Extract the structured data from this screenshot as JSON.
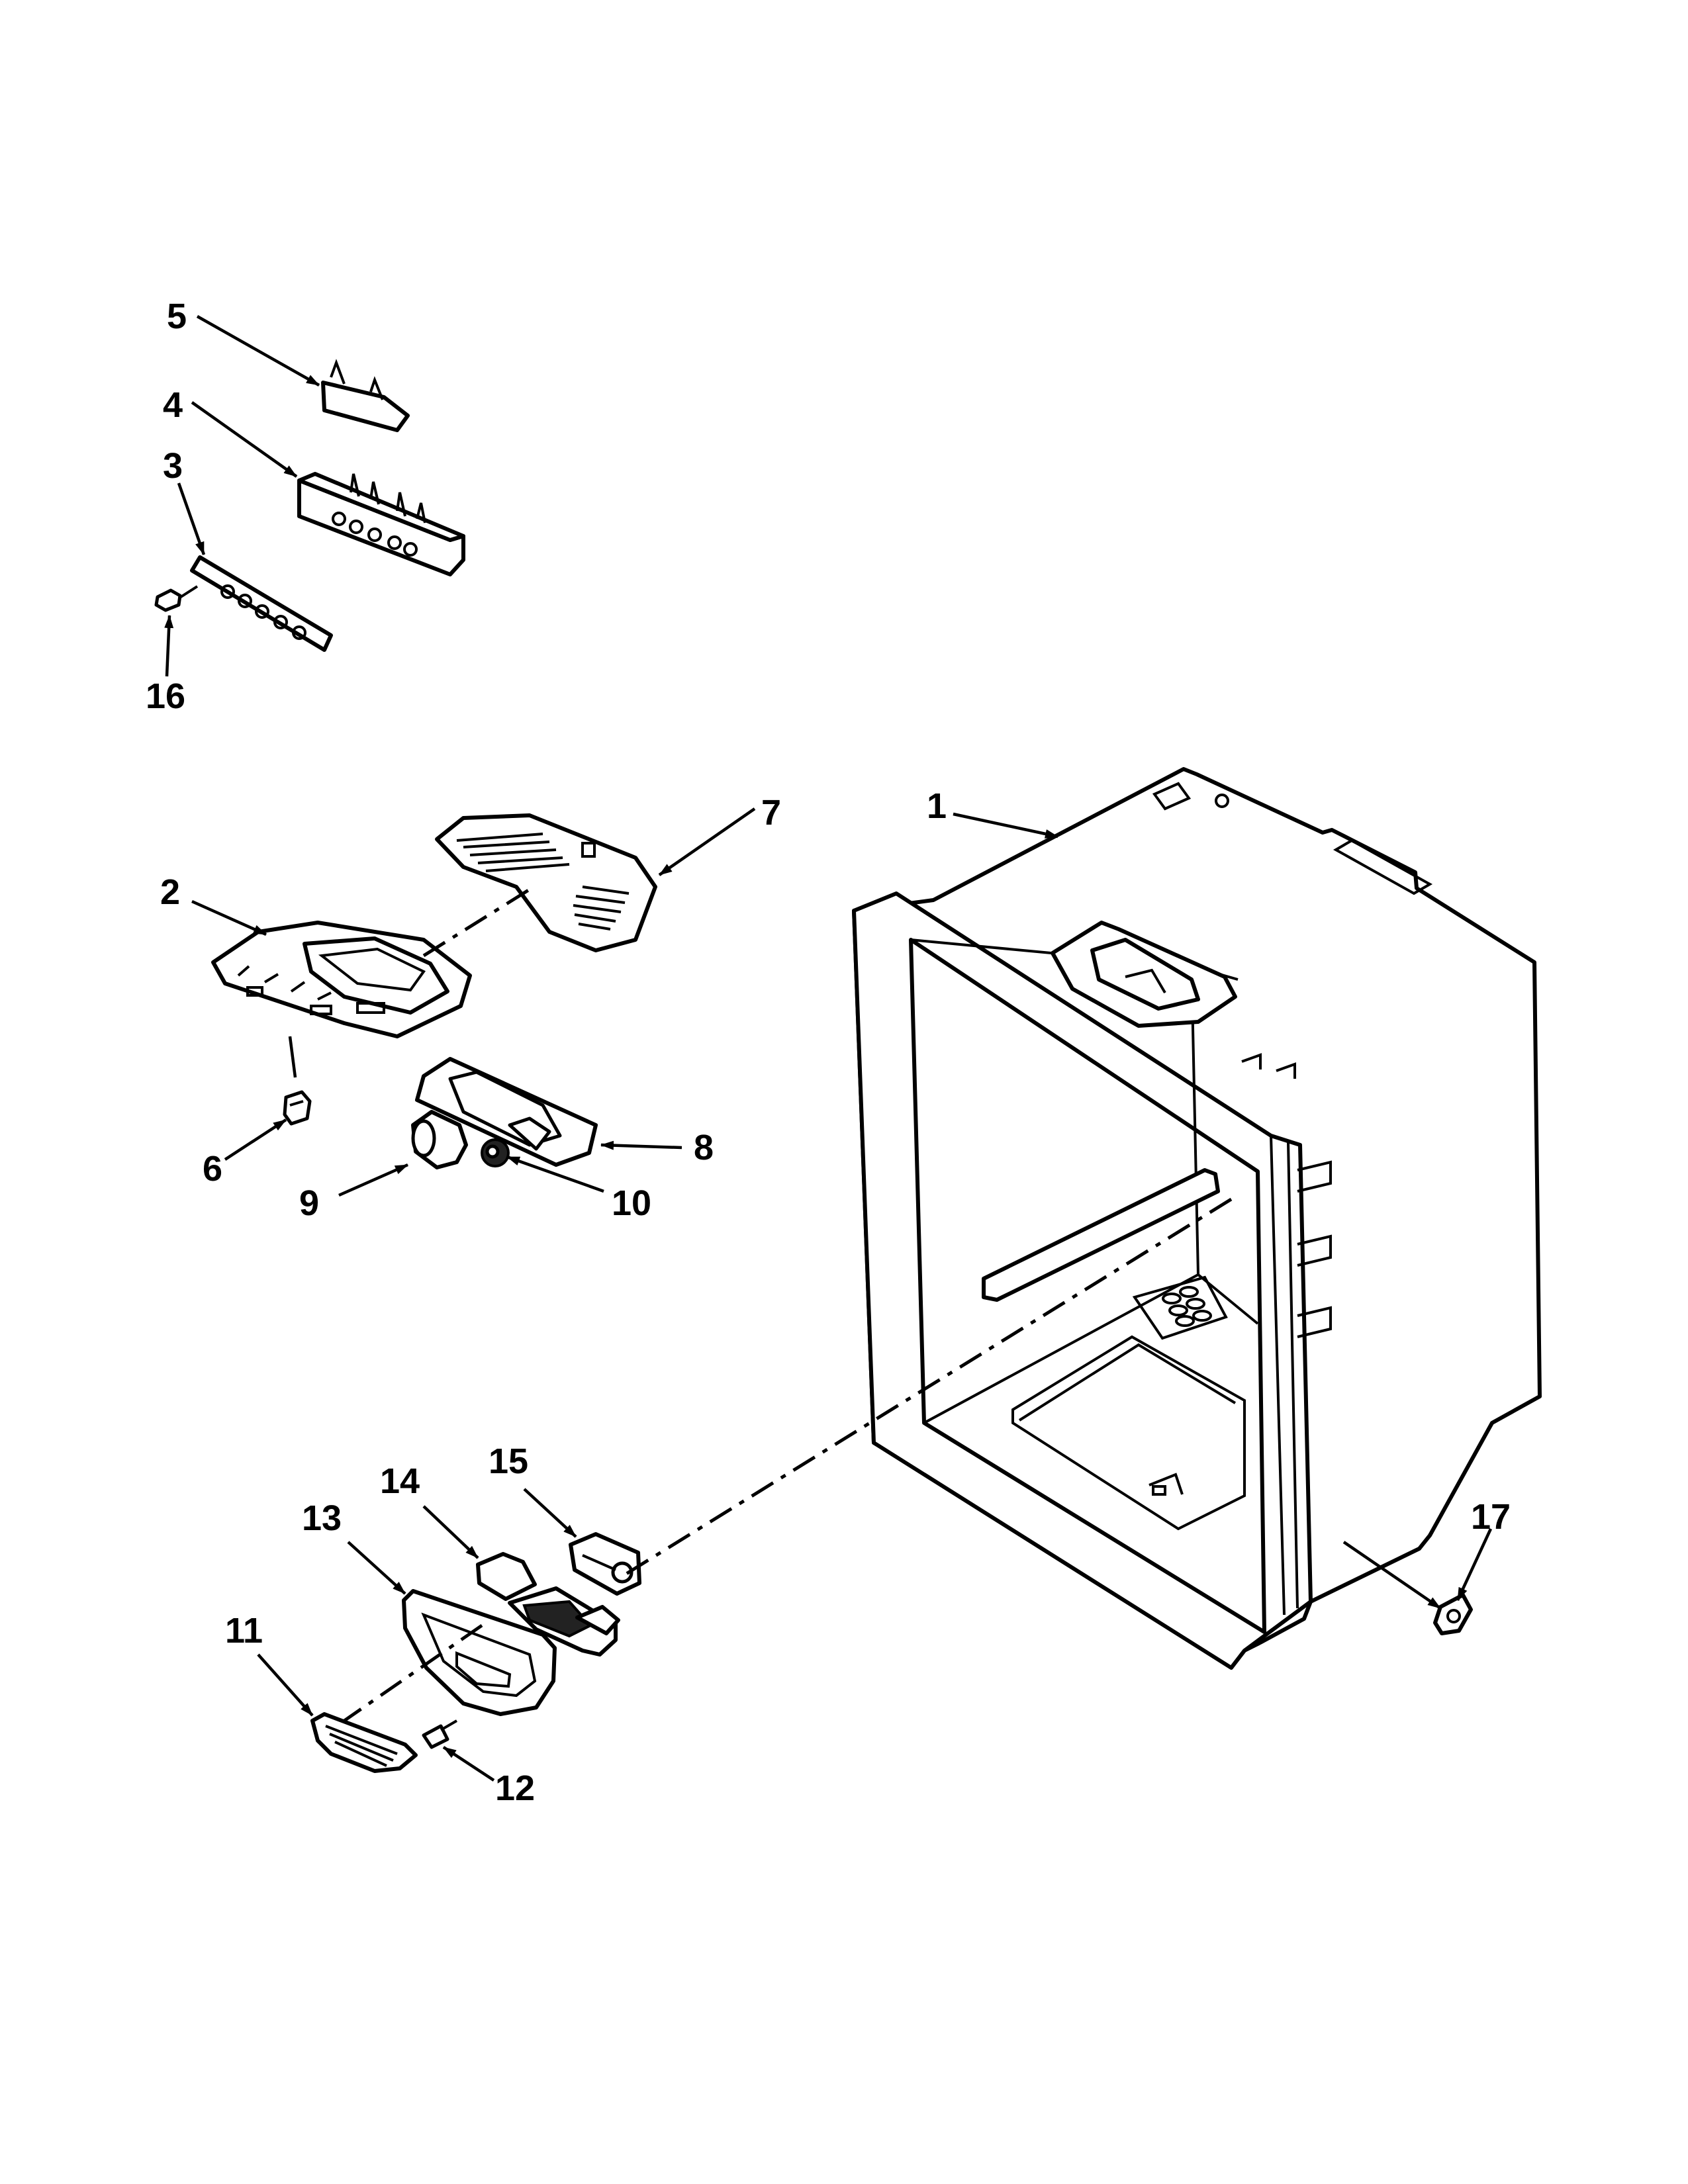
{
  "diagram": {
    "background": "#ffffff",
    "ink": "#000000",
    "callouts": [
      "1",
      "2",
      "3",
      "4",
      "5",
      "6",
      "7",
      "8",
      "9",
      "10",
      "11",
      "12",
      "13",
      "14",
      "15",
      "16",
      "17"
    ]
  }
}
